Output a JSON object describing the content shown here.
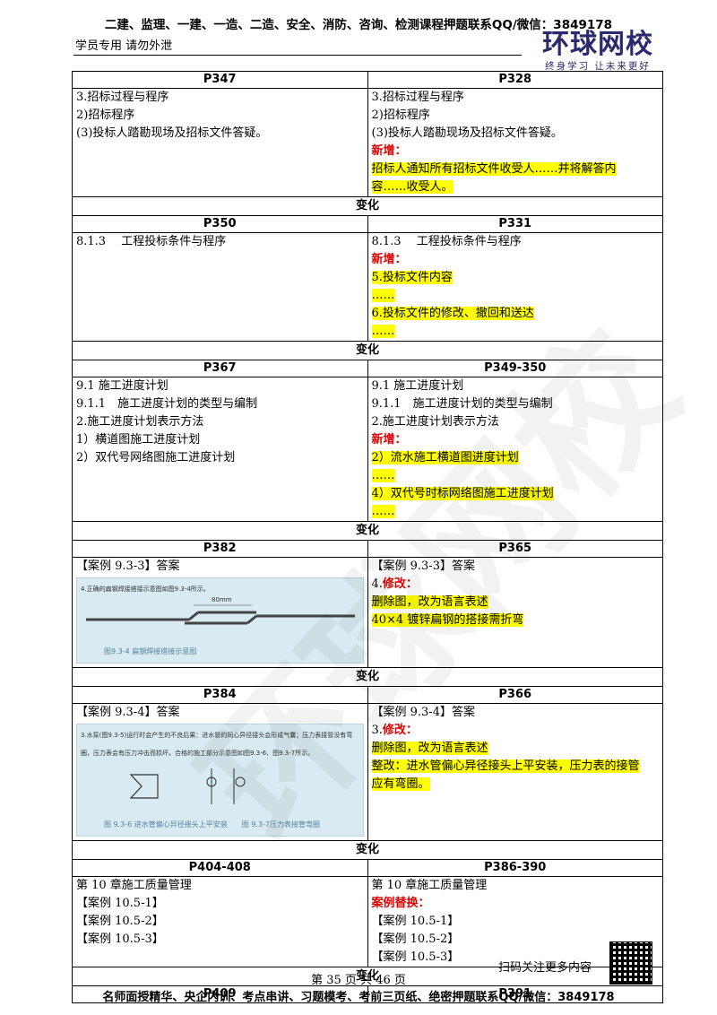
{
  "header": {
    "banner": "二建、监理、一建、一造、二造、安全、消防、咨询、检测课程押题联系QQ/微信：3849178",
    "note": "学员专用 请勿外泄",
    "logo_main": "环球网校",
    "logo_sub": "终身学习 让未来更好"
  },
  "watermark": "环球网校",
  "sections": [
    {
      "left_page": "P347",
      "right_page": "P328",
      "left_lines": [
        "3.招标过程与程序",
        "2)招标程序",
        "(3)投标人踏勘现场及招标文件答疑。"
      ],
      "right_lines": [
        "3.招标过程与程序",
        "2)招标程序",
        "(3)投标人踏勘现场及招标文件答疑。"
      ],
      "right_label": "新增：",
      "right_highlight": [
        "招标人通知所有招标文件收受人……并将解答内",
        "容……收受人。"
      ],
      "change": "变化"
    },
    {
      "left_page": "P350",
      "right_page": "P331",
      "left_lines": [
        "8.1.3　 工程投标条件与程序"
      ],
      "right_lines": [
        "8.1.3　 工程投标条件与程序"
      ],
      "right_label": "新增：",
      "right_highlight": [
        "5.投标文件内容",
        "……",
        "6.投标文件的修改、撤回和送达",
        "……"
      ],
      "change": "变化"
    },
    {
      "left_page": "P367",
      "right_page": "P349-350",
      "left_lines": [
        "9.1 施工进度计划",
        "9.1.1　施工进度计划的类型与编制",
        "2.施工进度计划表示方法",
        "1）横道图施工进度计划",
        "2）双代号网络图施工进度计划"
      ],
      "right_lines": [
        "9.1 施工进度计划",
        "9.1.1　施工进度计划的类型与编制",
        "2.施工进度计划表示方法"
      ],
      "right_label": "新增：",
      "right_highlight": [
        "2）流水施工横道图进度计划",
        "……",
        "4）双代号时标网络图施工进度计划",
        "……"
      ],
      "change": "变化"
    },
    {
      "left_page": "P382",
      "right_page": "P365",
      "left_lines": [
        "【案例 9.3-3】答案"
      ],
      "left_fig": {
        "text": "4.正确的扁钢焊接搭接示意图如图9.3-4所示。",
        "dim": "80mm",
        "caption": "图9.3-4 扁钢焊接搭接示意图"
      },
      "right_lines": [
        "【案例 9.3-3】答案"
      ],
      "right_label_prefix": "4.",
      "right_label": "修改：",
      "right_highlight": [
        "删除图，改为语言表述",
        "40×4 镀锌扁钢的搭接需折弯"
      ],
      "change": "变化"
    },
    {
      "left_page": "P384",
      "right_page": "P366",
      "left_lines": [
        "【案例 9.3-4】答案"
      ],
      "left_fig": {
        "text": "3.水泵(图9.3-5)运行时会产生的不良后果：进水管的同心异径接头会形成气囊；压力表接管没有弯圈，压力表会有压力冲击而损坏。合格的施工部分示意图如图9.3-6、图9.3-7所示。",
        "caption": "图 9.3-6 进水管偏心异径接头上平安装　　图 9.3-7压力表接管弯圈"
      },
      "right_lines": [
        "【案例 9.3-4】答案"
      ],
      "right_label_prefix": "3.",
      "right_label": "修改：",
      "right_highlight": [
        "删除图，改为语言表述",
        "整改：进水管偏心异径接头上平安装，压力表的接管",
        "应有弯圈。"
      ],
      "change": "变化"
    },
    {
      "left_page": "P404-408",
      "right_page": "P386-390",
      "left_lines": [
        "第 10 章施工质量管理",
        "【案例 10.5-1】",
        "【案例 10.5-2】",
        "【案例 10.5-3】"
      ],
      "right_lines": [
        "第 10 章施工质量管理"
      ],
      "right_label": "案例替换：",
      "right_after": [
        "【案例 10.5-1】",
        "【案例 10.5-2】",
        "【案例 10.5-3】"
      ],
      "change": "变化"
    }
  ],
  "last_row": {
    "left_page": "P409",
    "right_page": "P391"
  },
  "footer": {
    "qr_text": "扫码关注更多内容",
    "page": "第 35 页 共 46 页",
    "banner": "名师面授精华、央企内训、考点串讲、习题模考、考前三页纸、绝密押题联系QQ/微信：3849178"
  }
}
